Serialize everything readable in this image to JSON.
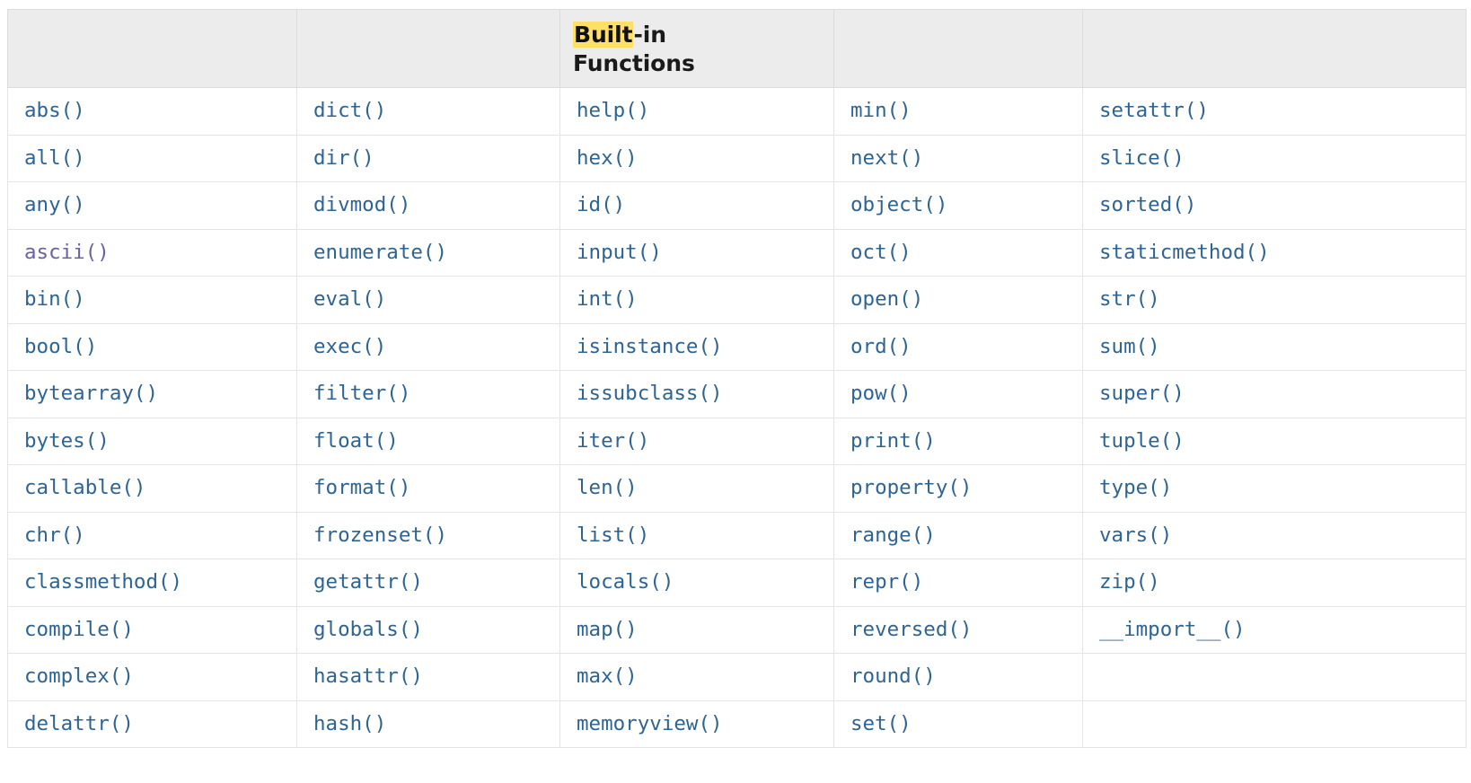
{
  "table": {
    "header": {
      "title_full": "Built-in Functions",
      "highlighted_text": "Built",
      "rest_line1": "-in",
      "line2": "Functions",
      "highlight_color": "#ffe066",
      "background_color": "#ececec"
    },
    "link_color": "#2d6494",
    "visited_link_color": "#6d5fa3",
    "border_color": "#e4e4e4",
    "columns": 5,
    "rows": [
      [
        "abs()",
        "dict()",
        "help()",
        "min()",
        "setattr()"
      ],
      [
        "all()",
        "dir()",
        "hex()",
        "next()",
        "slice()"
      ],
      [
        "any()",
        "divmod()",
        "id()",
        "object()",
        "sorted()"
      ],
      [
        "ascii()",
        "enumerate()",
        "input()",
        "oct()",
        "staticmethod()"
      ],
      [
        "bin()",
        "eval()",
        "int()",
        "open()",
        "str()"
      ],
      [
        "bool()",
        "exec()",
        "isinstance()",
        "ord()",
        "sum()"
      ],
      [
        "bytearray()",
        "filter()",
        "issubclass()",
        "pow()",
        "super()"
      ],
      [
        "bytes()",
        "float()",
        "iter()",
        "print()",
        "tuple()"
      ],
      [
        "callable()",
        "format()",
        "len()",
        "property()",
        "type()"
      ],
      [
        "chr()",
        "frozenset()",
        "list()",
        "range()",
        "vars()"
      ],
      [
        "classmethod()",
        "getattr()",
        "locals()",
        "repr()",
        "zip()"
      ],
      [
        "compile()",
        "globals()",
        "map()",
        "reversed()",
        "__import__()"
      ],
      [
        "complex()",
        "hasattr()",
        "max()",
        "round()",
        ""
      ],
      [
        "delattr()",
        "hash()",
        "memoryview()",
        "set()",
        ""
      ]
    ],
    "visited": [
      "ascii()"
    ]
  }
}
